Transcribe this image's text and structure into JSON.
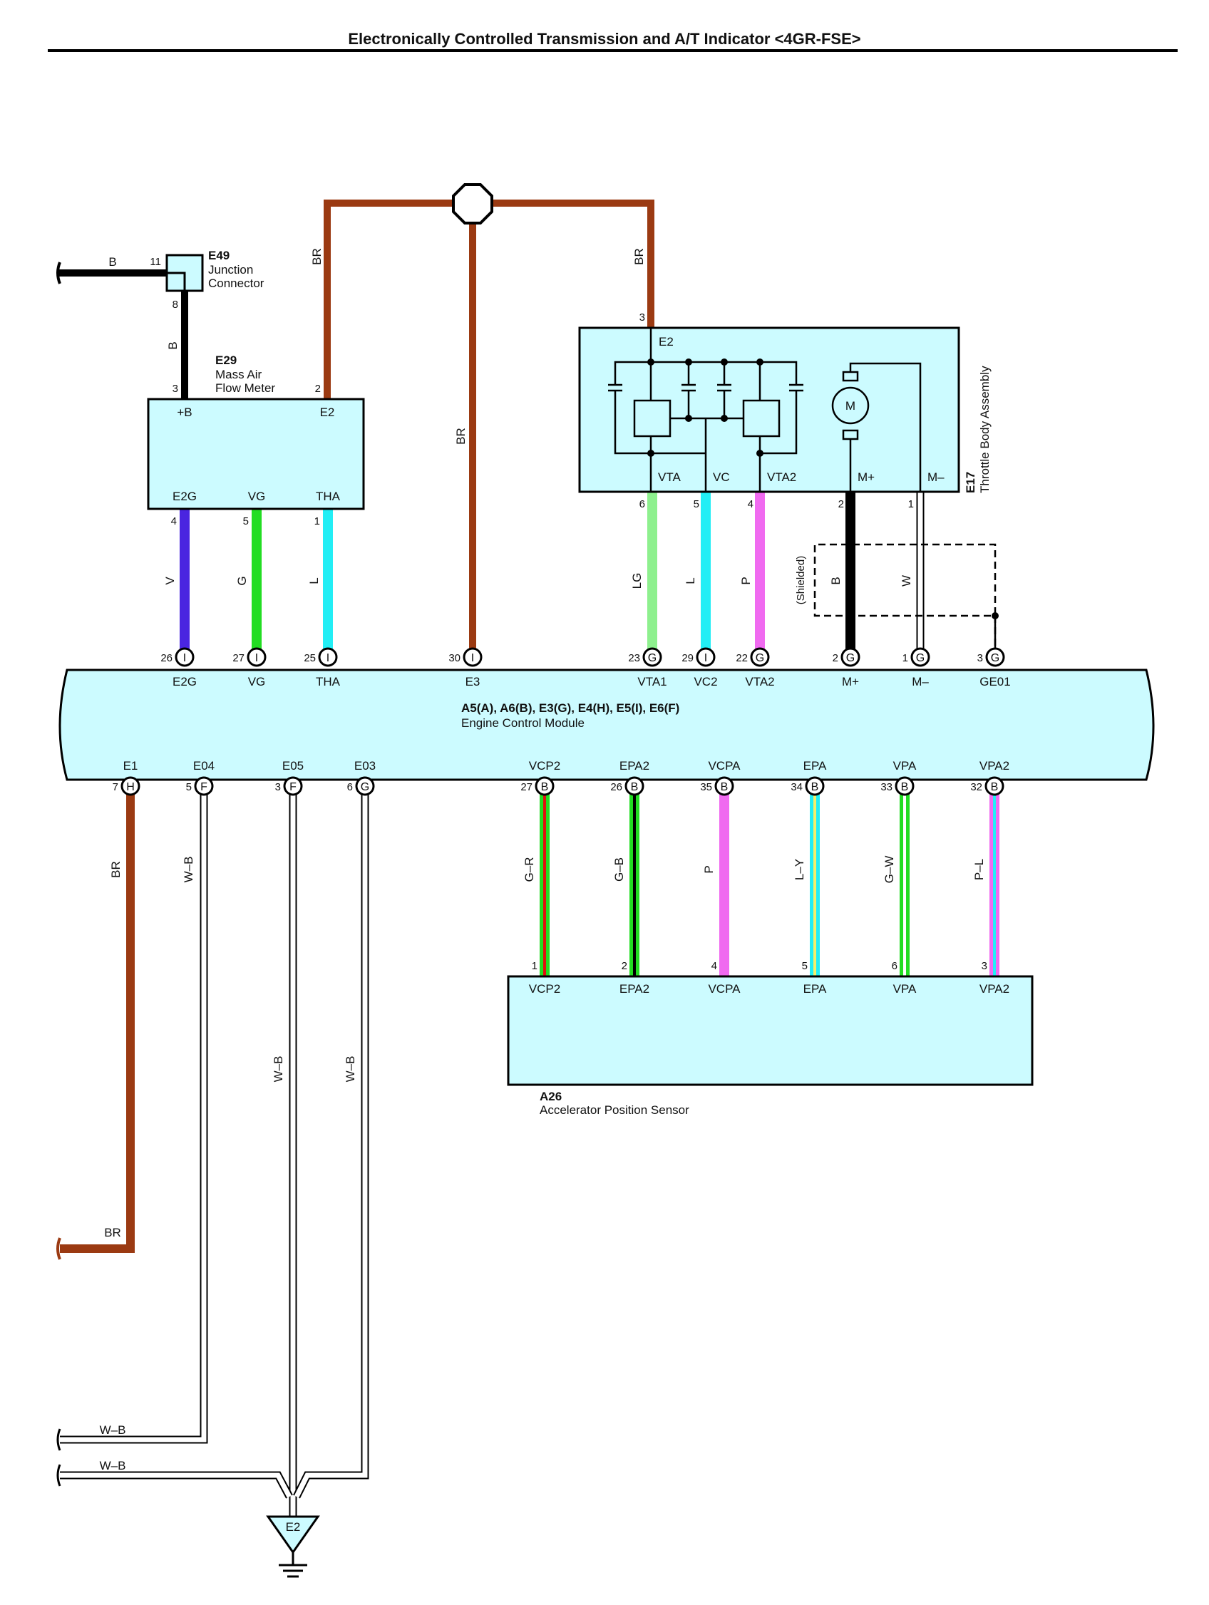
{
  "header": {
    "title": "Electronically Controlled Transmission and A/T Indicator <4GR-FSE>"
  },
  "connectors": {
    "e49": {
      "code": "E49",
      "name_line1": "Junction",
      "name_line2": "Connector",
      "pin_in": "11",
      "pin_out": "8"
    },
    "e29": {
      "code": "E29",
      "name_line1": "Mass Air",
      "name_line2": "Flow Meter",
      "pin_b": "3",
      "pin_e2": "2",
      "terms": {
        "pb": "+B",
        "e2": "E2",
        "e2g": "E2G",
        "vg": "VG",
        "tha": "THA"
      }
    },
    "e17": {
      "code": "E17",
      "name": "Throttle Body Assembly",
      "pin_e2": "3",
      "terms": {
        "e2": "E2",
        "vta": "VTA",
        "vc": "VC",
        "vta2": "VTA2",
        "mp": "M+",
        "mm": "M–",
        "motor": "M"
      }
    },
    "ecm": {
      "connectors": "A5(A), A6(B), E3(G), E4(H), E5(I), E6(F)",
      "name": "Engine Control Module"
    },
    "a26": {
      "code": "A26",
      "name": "Accelerator Position Sensor",
      "terms": {
        "vcp2": "VCP2",
        "epa2": "EPA2",
        "vcpa": "VCPA",
        "epa": "EPA",
        "vpa": "VPA",
        "vpa2": "VPA2"
      }
    }
  },
  "wires": {
    "b_top": "B",
    "b_vert": "B",
    "br1": "BR",
    "br2": "BR",
    "br_e3": "BR",
    "v": "V",
    "g": "G",
    "l_tha": "L",
    "lg": "LG",
    "l_vc": "L",
    "p_vta2": "P",
    "b_mp": "B",
    "w_mm": "W",
    "shielded": "(Shielded)",
    "br_e1": "BR",
    "wb_e04": "W–B",
    "wb_e05": "W–B",
    "wb_e03": "W–B",
    "gr": "G–R",
    "gb": "G–B",
    "p_vcpa": "P",
    "ly": "L–Y",
    "gw": "G–W",
    "pl": "P–L",
    "br_end": "BR",
    "wb_end1": "W–B",
    "wb_end2": "W–B",
    "ground": "E2"
  },
  "ecm_top_pins": [
    {
      "pin": "26",
      "conn": "I",
      "label": "E2G"
    },
    {
      "pin": "27",
      "conn": "I",
      "label": "VG"
    },
    {
      "pin": "25",
      "conn": "I",
      "label": "THA"
    },
    {
      "pin": "30",
      "conn": "I",
      "label": "E3"
    },
    {
      "pin": "23",
      "conn": "G",
      "label": "VTA1"
    },
    {
      "pin": "29",
      "conn": "I",
      "label": "VC2"
    },
    {
      "pin": "22",
      "conn": "G",
      "label": "VTA2"
    },
    {
      "pin": "2",
      "conn": "G",
      "label": "M+"
    },
    {
      "pin": "1",
      "conn": "G",
      "label": "M–"
    },
    {
      "pin": "3",
      "conn": "G",
      "label": "GE01"
    }
  ],
  "ecm_bottom_pins": [
    {
      "pin": "7",
      "conn": "H",
      "label": "E1"
    },
    {
      "pin": "5",
      "conn": "F",
      "label": "E04"
    },
    {
      "pin": "3",
      "conn": "F",
      "label": "E05"
    },
    {
      "pin": "6",
      "conn": "G",
      "label": "E03"
    },
    {
      "pin": "27",
      "conn": "B",
      "label": "VCP2"
    },
    {
      "pin": "26",
      "conn": "B",
      "label": "EPA2"
    },
    {
      "pin": "35",
      "conn": "B",
      "label": "VCPA"
    },
    {
      "pin": "34",
      "conn": "B",
      "label": "EPA"
    },
    {
      "pin": "33",
      "conn": "B",
      "label": "VPA"
    },
    {
      "pin": "32",
      "conn": "B",
      "label": "VPA2"
    }
  ],
  "e29_pins": [
    "4",
    "5",
    "1"
  ],
  "e17_pins": [
    "6",
    "5",
    "4",
    "2",
    "1"
  ],
  "a26_pins": [
    "1",
    "2",
    "4",
    "5",
    "6",
    "3"
  ],
  "colors": {
    "br": "#9b3a12",
    "black": "#000000",
    "v": "#4a25e0",
    "g": "#22dd22",
    "l": "#22eef5",
    "lg": "#8ef08e",
    "p": "#f06af0",
    "box": "#ccfbff",
    "white_wire": "#ffffff",
    "red": "#e01010",
    "yellow": "#f5f06a"
  }
}
